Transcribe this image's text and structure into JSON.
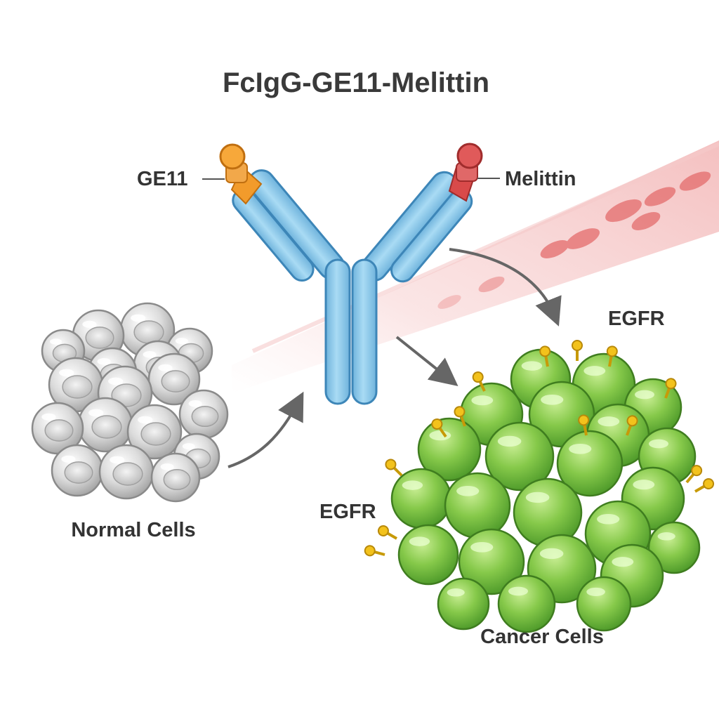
{
  "title": "FcIgG-GE11-Melittin",
  "labels": {
    "ge11": "GE11",
    "melittin": "Melittin",
    "egfr_top": "EGFR",
    "egfr_left": "EGFR",
    "normal_cells": "Normal Cells",
    "cancer_cells": "Cancer Cells"
  },
  "colors": {
    "antibody": "#8cc8e8",
    "antibody_stroke": "#3d86b8",
    "ge11": "#f29b2b",
    "melittin": "#d94a4a",
    "cancer_cell": "#7cc242",
    "normal_cell": "#d6d6d6",
    "egfr_receptor": "#f3c21c",
    "blood_vessel": "#f7c6c6",
    "arrow": "#666666"
  }
}
